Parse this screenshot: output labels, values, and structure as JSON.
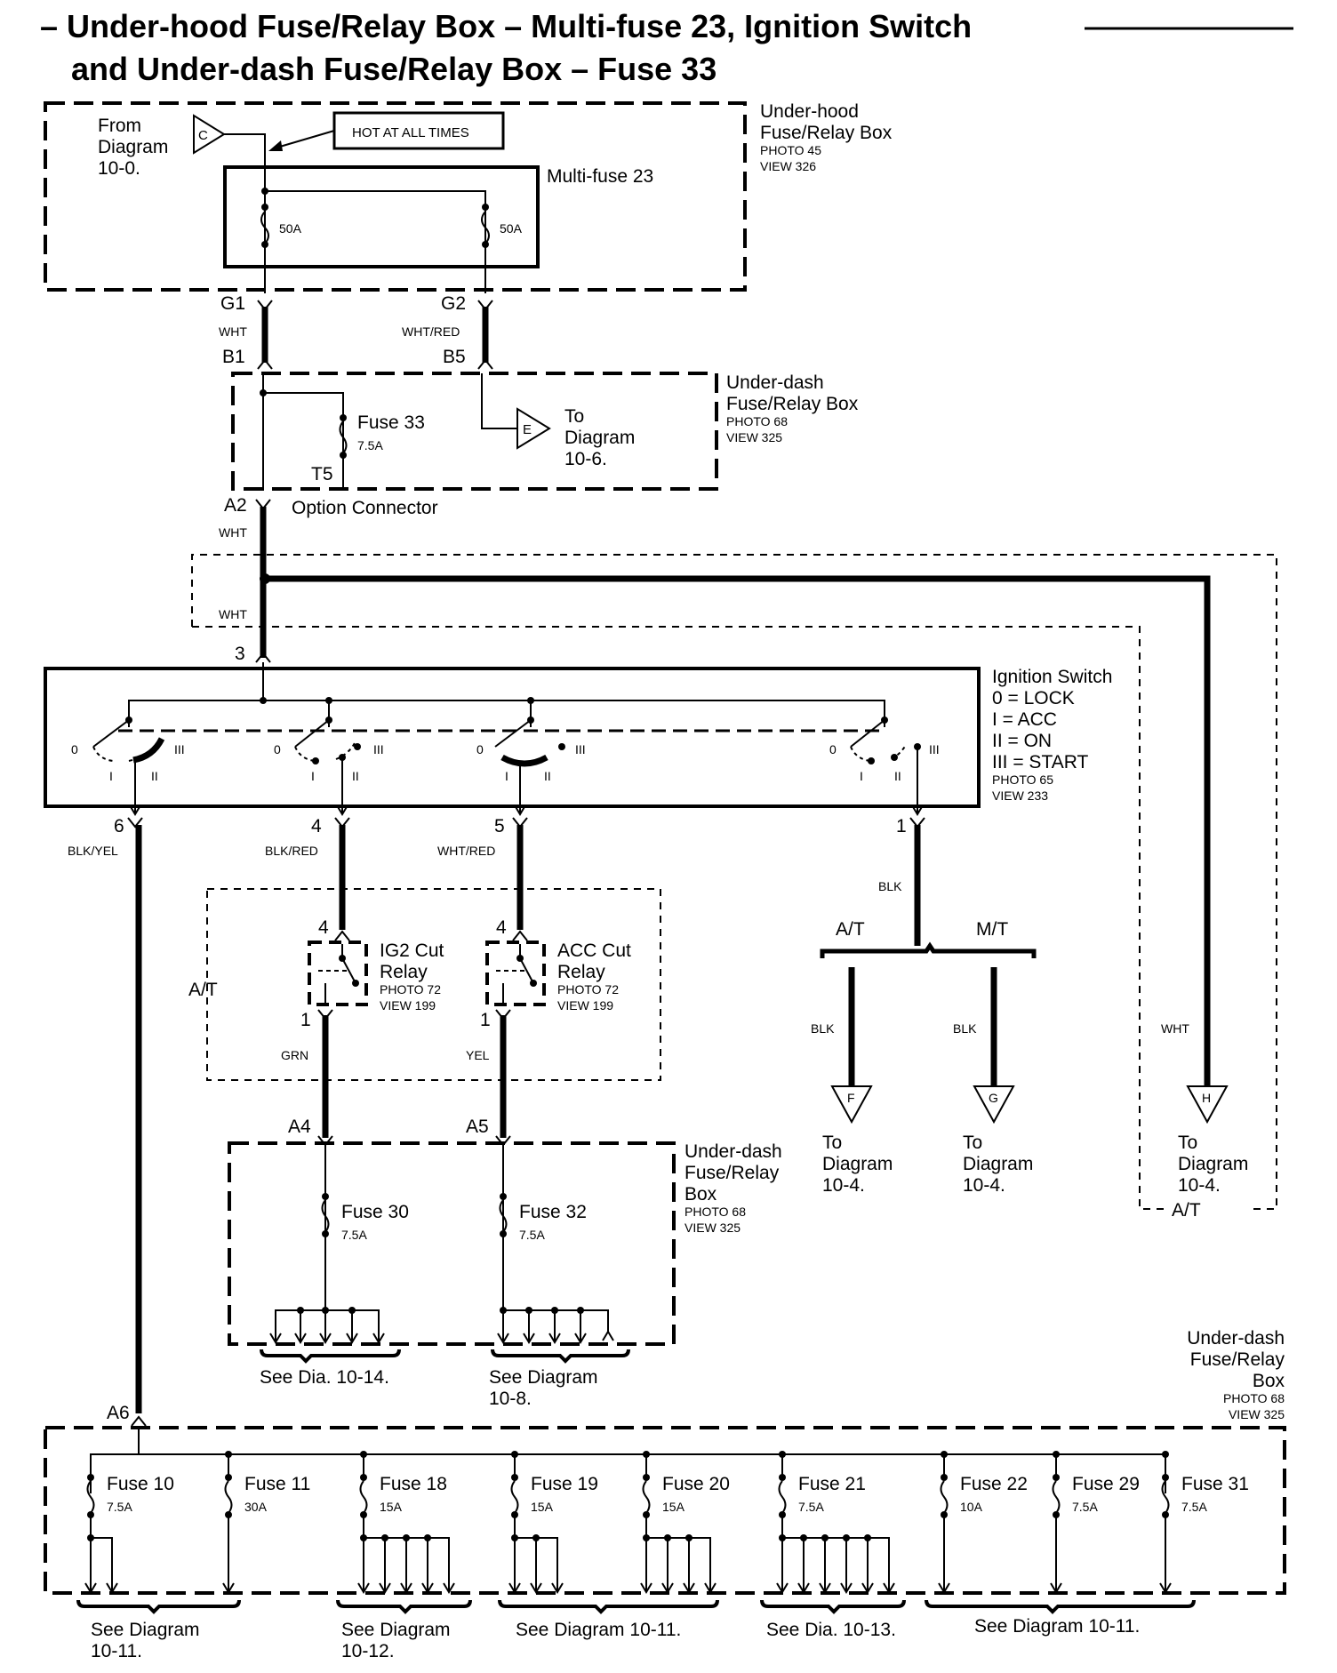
{
  "title": {
    "line1": "– Under-hood Fuse/Relay Box – Multi-fuse 23, Ignition Switch",
    "line2": "and Under-dash Fuse/Relay Box – Fuse 33"
  },
  "underhood_box": {
    "label": [
      "Under-hood",
      "Fuse/Relay Box"
    ],
    "photo": "PHOTO 45",
    "view": "VIEW 326",
    "from_diagram": [
      "From",
      "Diagram",
      "10-0."
    ],
    "connector_in": "C",
    "hot_label": "HOT AT ALL TIMES",
    "multifuse": {
      "label": "Multi-fuse 23",
      "ratings": [
        "50A",
        "50A"
      ]
    }
  },
  "connectors_top": [
    {
      "out": "G1",
      "wire": "WHT",
      "in": "B1"
    },
    {
      "out": "G2",
      "wire": "WHT/RED",
      "in": "B5"
    }
  ],
  "underdash_box_top": {
    "label": [
      "Under-dash",
      "Fuse/Relay Box"
    ],
    "photo": "PHOTO 68",
    "view": "VIEW 325",
    "fuse": {
      "name": "Fuse 33",
      "rating": "7.5A",
      "terminal": "T5"
    },
    "to_connector": "E",
    "to_diagram": [
      "To",
      "Diagram",
      "10-6."
    ]
  },
  "option_connector": {
    "pin": "A2",
    "label": "Option Connector",
    "wire1": "WHT",
    "wire2": "WHT"
  },
  "ignition_switch": {
    "input_pin": "3",
    "label": "Ignition Switch",
    "legend": [
      "0  = LOCK",
      "I   = ACC",
      "II  = ON",
      "III = START"
    ],
    "photo": "PHOTO 65",
    "view": "VIEW 233",
    "position_labels": [
      "0",
      "I",
      "II",
      "III"
    ],
    "outputs": [
      {
        "pin": "6",
        "wire": "BLK/YEL"
      },
      {
        "pin": "4",
        "wire": "BLK/RED"
      },
      {
        "pin": "5",
        "wire": "WHT/RED"
      },
      {
        "pin": "1",
        "wire": "BLK"
      }
    ]
  },
  "at_group": {
    "label": "A/T",
    "relays": [
      {
        "name": [
          "IG2 Cut",
          "Relay"
        ],
        "photo": "PHOTO 72",
        "view": "VIEW 199",
        "pin_in": "4",
        "pin_out": "1",
        "wire_out": "GRN"
      },
      {
        "name": [
          "ACC Cut",
          "Relay"
        ],
        "photo": "PHOTO 72",
        "view": "VIEW 199",
        "pin_in": "4",
        "pin_out": "1",
        "wire_out": "YEL"
      }
    ]
  },
  "transmission_split": {
    "at_label": "A/T",
    "mt_label": "M/T",
    "branches": [
      {
        "wire": "BLK",
        "connector": "F",
        "to": [
          "To",
          "Diagram",
          "10-4."
        ]
      },
      {
        "wire": "BLK",
        "connector": "G",
        "to": [
          "To",
          "Diagram",
          "10-4."
        ]
      }
    ]
  },
  "wht_branch": {
    "wire": "WHT",
    "connector": "H",
    "to": [
      "To",
      "Diagram",
      "10-4."
    ],
    "group_label": "A/T"
  },
  "underdash_box_mid": {
    "label": [
      "Under-dash",
      "Fuse/Relay",
      "Box"
    ],
    "photo": "PHOTO 68",
    "view": "VIEW 325",
    "inputs": [
      "A4",
      "A5"
    ],
    "fuses": [
      {
        "name": "Fuse 30",
        "rating": "7.5A",
        "see": [
          "See Dia. 10-14."
        ]
      },
      {
        "name": "Fuse 32",
        "rating": "7.5A",
        "see": [
          "See Diagram",
          "10-8."
        ]
      }
    ]
  },
  "underdash_box_bottom": {
    "label": [
      "Under-dash",
      "Fuse/Relay",
      "Box"
    ],
    "photo": "PHOTO 68",
    "view": "VIEW 325",
    "input_pin": "A6",
    "fuses": [
      {
        "name": "Fuse 10",
        "rating": "7.5A"
      },
      {
        "name": "Fuse 11",
        "rating": "30A"
      },
      {
        "name": "Fuse 18",
        "rating": "15A"
      },
      {
        "name": "Fuse 19",
        "rating": "15A"
      },
      {
        "name": "Fuse 20",
        "rating": "15A"
      },
      {
        "name": "Fuse 21",
        "rating": "7.5A"
      },
      {
        "name": "Fuse 22",
        "rating": "10A"
      },
      {
        "name": "Fuse 29",
        "rating": "7.5A"
      },
      {
        "name": "Fuse 31",
        "rating": "7.5A"
      }
    ],
    "see": [
      [
        "See Diagram",
        "10-11."
      ],
      [
        "See Diagram",
        "10-12."
      ],
      [
        "See Diagram 10-11."
      ],
      [
        "See Dia. 10-13."
      ],
      [
        "See Diagram 10-11."
      ]
    ]
  }
}
